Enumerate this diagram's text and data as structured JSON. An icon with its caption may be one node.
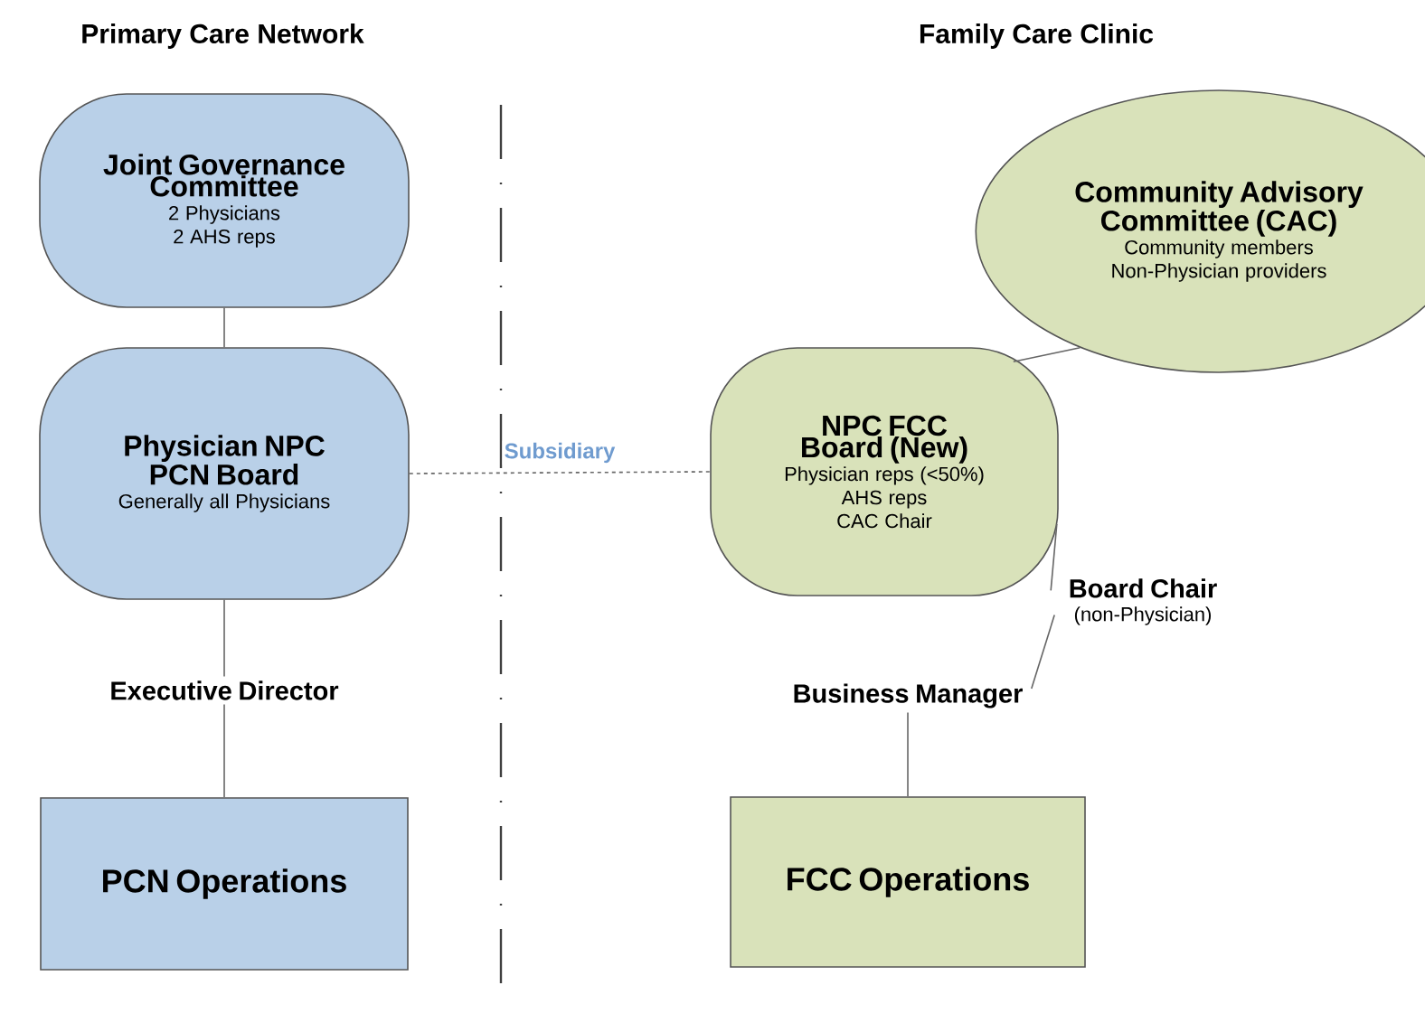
{
  "diagram": {
    "nodes": [
      {
        "text": [
          "Joint Governance Committee",
          "2 Physicians",
          "2 AHS reps"
        ]
      },
      {
        "text": [
          "Physician NPC PCN Board",
          "Generally all Physicians"
        ]
      },
      {
        "text": [
          "Executive Director"
        ]
      },
      {
        "text": [
          "PCN Operations"
        ]
      },
      {
        "text": [
          "Community Advisory Committee (CAC)",
          "Community members",
          "Non-Physician providers"
        ]
      },
      {
        "text": [
          "NPC FCC Board (New)",
          "Physician reps (<50%)",
          "AHS reps",
          "CAC Chair"
        ]
      },
      {
        "text": [
          "Board Chair",
          "(non-Physician)"
        ]
      },
      {
        "text": [
          "Business Manager"
        ]
      },
      {
        "text": [
          "FCC Operations"
        ]
      }
    ],
    "edges": [
      {
        "from": 0,
        "to": 1,
        "arrow": "none"
      },
      {
        "from": 1,
        "to": 2,
        "arrow": "none"
      },
      {
        "from": 2,
        "to": 3,
        "arrow": "none"
      },
      {
        "from": 1,
        "to": 5,
        "arrow": "none",
        "label": "Subsidiary",
        "style": "dashed"
      },
      {
        "from": 5,
        "to": 4,
        "arrow": "none"
      },
      {
        "from": 5,
        "to": 6,
        "arrow": "none"
      },
      {
        "from": 6,
        "to": 7,
        "arrow": "none"
      },
      {
        "from": 7,
        "to": 8,
        "arrow": "none"
      }
    ],
    "labels": [
      "Primary Care Network",
      "Family Care Clinic"
    ]
  }
}
